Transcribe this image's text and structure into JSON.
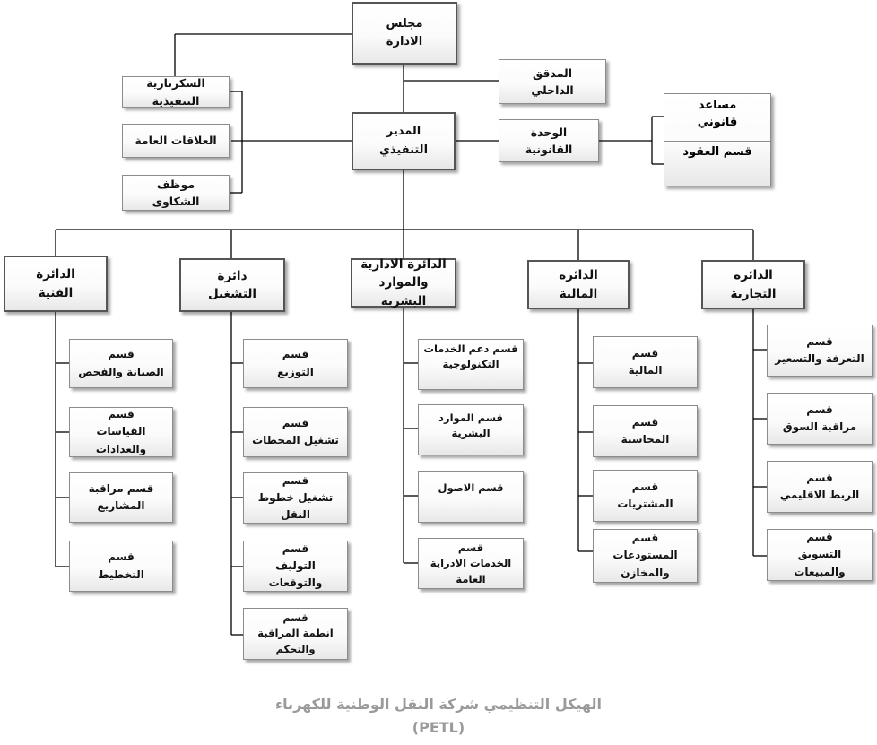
{
  "board": [
    "مجلس",
    "الادارة"
  ],
  "internal_auditor": [
    "المدقق",
    "الداخلي"
  ],
  "exec_secretariat": "السكرتارية التنفيذية",
  "public_relations": "العلاقات العامة",
  "complaints_officer": [
    "موظف",
    "الشكاوى"
  ],
  "ceo": [
    "المدير",
    "التنفيذي"
  ],
  "legal_unit": [
    "الوحدة",
    "القانونية"
  ],
  "legal_assistant": [
    "مساعد",
    "قانوني"
  ],
  "contracts_section": "قسم العقود",
  "departments": {
    "technical": {
      "title": [
        "الدائرة",
        "الفنية"
      ],
      "sections": [
        [
          "قسم",
          "الصيانة والفحص"
        ],
        [
          "قسم",
          "القياسات والعدادات"
        ],
        [
          "قسم مراقبة",
          "المشاريع"
        ],
        [
          "قسم",
          "التخطيط"
        ]
      ]
    },
    "operations": {
      "title": [
        "دائرة",
        "التشغيل"
      ],
      "sections": [
        [
          "قسم",
          "التوزيع"
        ],
        [
          "قسم",
          "تشغيل المحطات"
        ],
        [
          "قسم",
          "تشغيل خطوط النقل"
        ],
        [
          "قسم",
          "التوليف والتوقعات"
        ],
        [
          "قسم",
          "انطمة المراقبة",
          "والتحكم"
        ]
      ]
    },
    "admin_hr": {
      "title": [
        "الدائرة الادارية",
        "والموارد البشرية"
      ],
      "sections": [
        [
          "قسم دعم الخدمات",
          "التكنولوجية"
        ],
        [
          "قسم الموارد البشرية"
        ],
        [
          "قسم الاصول"
        ],
        [
          "قسم",
          "الخدمات الادراية",
          "العامة"
        ]
      ]
    },
    "finance": {
      "title": [
        "الدائرة",
        "المالية"
      ],
      "sections": [
        [
          "قسم",
          "المالية"
        ],
        [
          "قسم",
          "المحاسبة"
        ],
        [
          "قسم",
          "المشتريات"
        ],
        [
          "قسم",
          "المستودعات",
          "والمخازن"
        ]
      ]
    },
    "commercial": {
      "title": [
        "الدائرة",
        "التجارية"
      ],
      "sections": [
        [
          "قسم",
          "التعرفة والتسعير"
        ],
        [
          "قسم",
          "مراقبة السوق"
        ],
        [
          "قسم",
          "الربط الاقليمي"
        ],
        [
          "قسم",
          "التسويق والمبيعات"
        ]
      ]
    }
  },
  "caption": {
    "line1": "الهيكل التنظيمي شركة النقل الوطنية للكهرباء",
    "line2": "(PETL)"
  }
}
